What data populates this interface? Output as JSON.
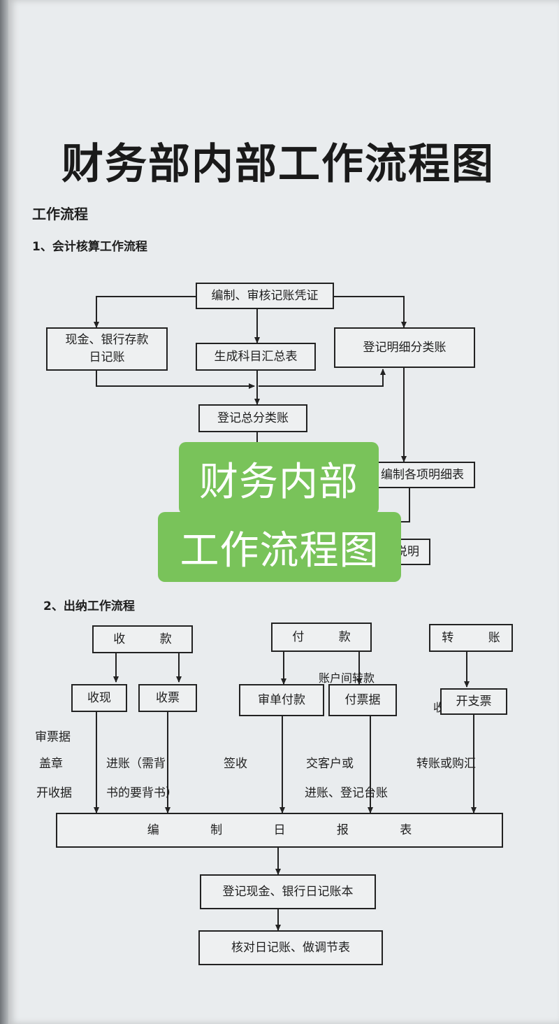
{
  "title": "财务部内部工作流程图",
  "section_heading": "工作流程",
  "accounting": {
    "heading": "1、会计核算工作流程",
    "compile_voucher": "编制、审核记账凭证",
    "cash_bank_journal_line1": "现金、银行存款",
    "cash_bank_journal_line2": "日记账",
    "summary_table": "生成科目汇总表",
    "detail_ledger": "登记明细分类账",
    "general_ledger": "登记总分类账",
    "detail_tables_partial": "编制各项明细表",
    "explanation_partial": "说明"
  },
  "cashier": {
    "heading": "2、出纳工作流程",
    "receive": "收 款",
    "pay": "付 款",
    "transfer": "转 账",
    "collect_cash": "收现",
    "collect_bill": "收票",
    "review_payment": "审单付款",
    "pay_bill": "付票据",
    "issue_check": "开支票",
    "partial_label_top": "账户间转款",
    "partial_label_side": "收",
    "notes": {
      "review_bill": "审票据",
      "stamp": "盖章",
      "issue_receipt": "开收据",
      "deposit_line1": "进账（需背",
      "deposit_line2": "书的要背书）",
      "sign_receive": "签收",
      "deliver_line1": "交客户或",
      "deliver_line2": "进账、登记台账",
      "transfer_remit": "转账或购汇"
    },
    "daily_report": "编 制 日 报 表",
    "record_journal": "登记现金、银行日记账本",
    "reconcile": "核对日记账、做调节表"
  },
  "overlay": {
    "line1": "财务内部",
    "line2": "工作流程图"
  },
  "colors": {
    "overlay_green": "#79c35a",
    "paper": "#e9ecee",
    "ink": "#222222"
  }
}
